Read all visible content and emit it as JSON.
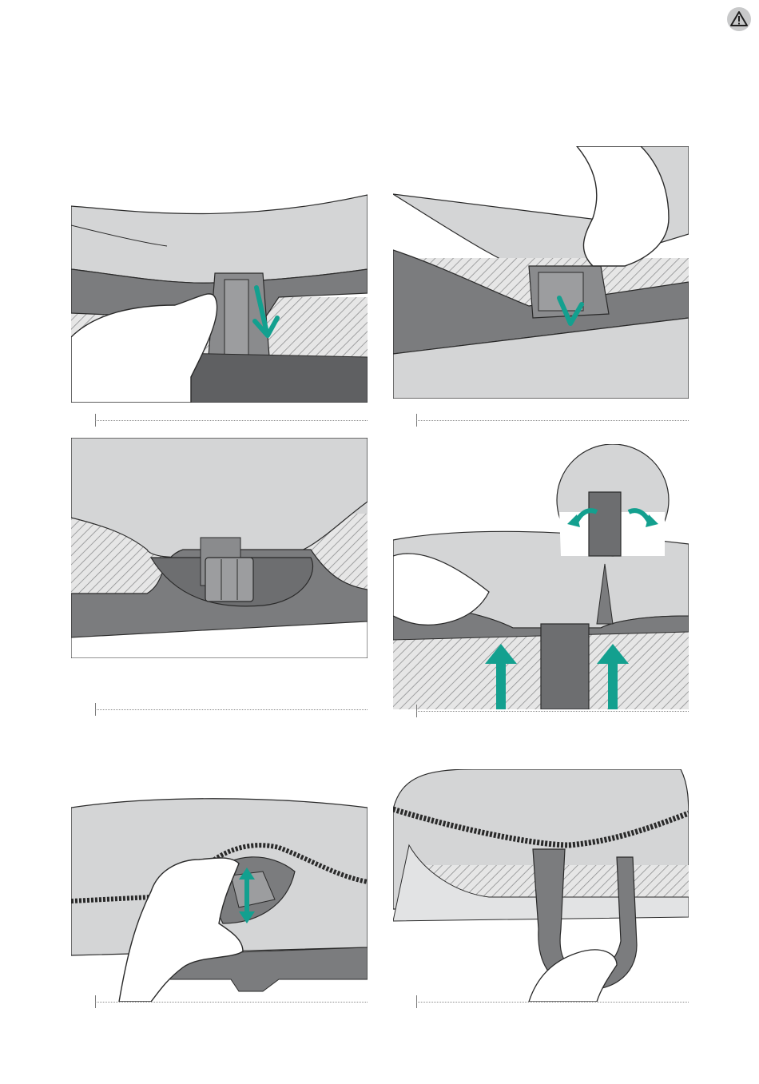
{
  "page": {
    "warning_icon": "warning-triangle-icon"
  },
  "colors": {
    "fabric_light": "#d4d5d6",
    "fabric_mid": "#b9babb",
    "base_dark": "#7b7c7e",
    "base_darker": "#5f6062",
    "arrow_teal": "#13a08f",
    "hatch": "#8e8f90",
    "outline": "#2a2a2a"
  },
  "steps": [
    {
      "icon": "pull-strap-down-illustration",
      "arrow": "down-arrow-icon"
    },
    {
      "icon": "hand-holding-strap-illustration",
      "arrow": "checkmark-arrow-icon"
    },
    {
      "icon": "strap-buckle-fitted-illustration"
    },
    {
      "icon": "lift-upwards-illustration",
      "arrow": "up-arrows-icon"
    },
    {
      "icon": "zipper-opening-illustration",
      "arrow": "up-down-arrow-icon"
    },
    {
      "icon": "carry-handle-illustration"
    }
  ]
}
